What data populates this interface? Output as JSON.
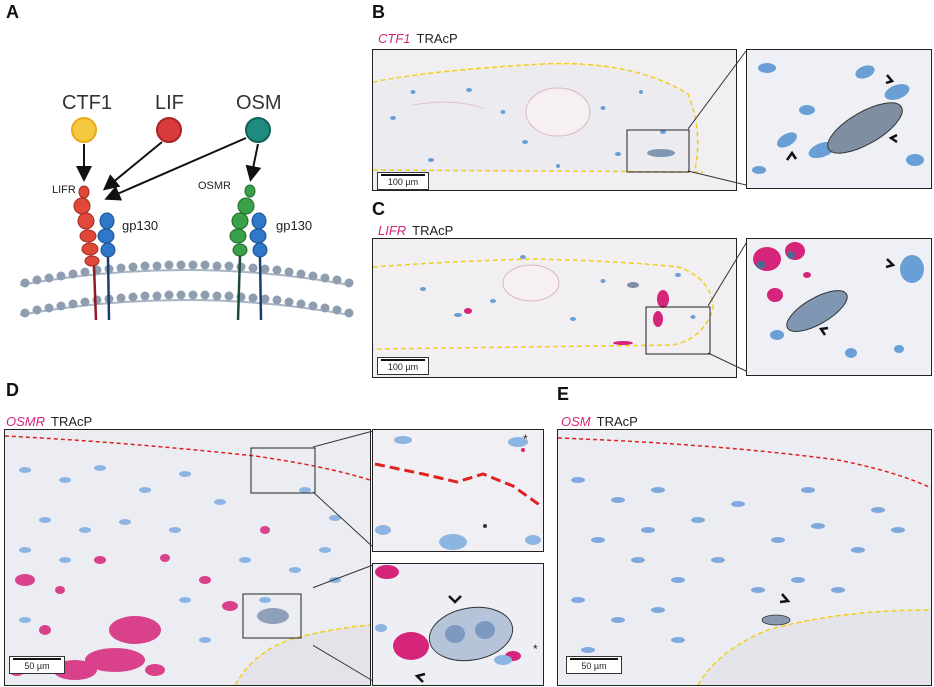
{
  "panels": {
    "A": {
      "label": "A",
      "ligands": [
        "CTF1",
        "LIF",
        "OSM"
      ],
      "receptors": {
        "lifr": "LIFR",
        "gp130_left": "gp130",
        "osmr": "OSMR",
        "gp130_right": "gp130"
      },
      "colors": {
        "ctf1": "#f5c842",
        "lif": "#d93b3b",
        "osm": "#1f8a80",
        "lifr": "#e0483a",
        "gp130": "#2f77c9",
        "osmr": "#3aa04a",
        "membrane": "#8e9db0"
      }
    },
    "B": {
      "label": "B",
      "stain": "CTF1",
      "counterstain": "TRAcP",
      "scale": "100 µm"
    },
    "C": {
      "label": "C",
      "stain": "LIFR",
      "counterstain": "TRAcP",
      "scale": "100 µm"
    },
    "D": {
      "label": "D",
      "stain": "OSMR",
      "counterstain": "TRAcP",
      "scale": "50 µm",
      "asterisk": "*"
    },
    "E": {
      "label": "E",
      "stain": "OSM",
      "counterstain": "TRAcP",
      "scale": "50 µm"
    }
  },
  "colors": {
    "stain": "#d6247a",
    "nuclei": "#6a9fd6",
    "tissue": "#f3f1f3",
    "boundary_yellow": "#f2cf1d",
    "boundary_red": "#e02020"
  }
}
